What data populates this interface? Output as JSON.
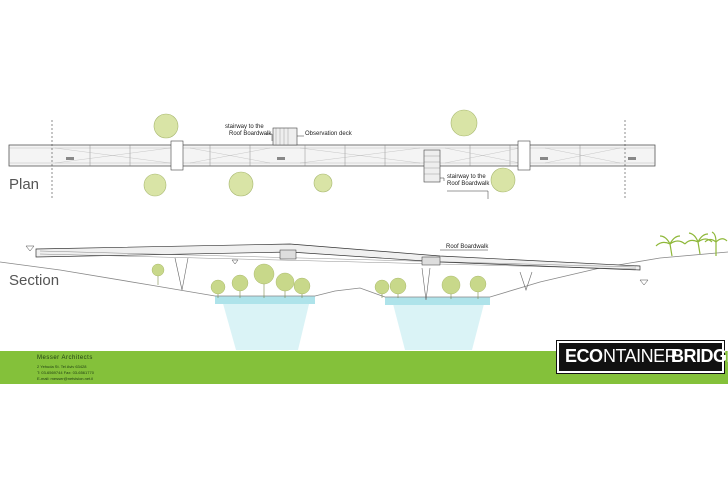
{
  "labels": {
    "plan": "Plan",
    "section": "Section",
    "stairway_1": [
      "stairway to the",
      "Roof Boardwalk"
    ],
    "stairway_2": [
      "stairway to the",
      "Roof Boardwalk"
    ],
    "observation_deck": "Observation deck",
    "roof_boardwalk": "Roof Boardwalk"
  },
  "footer": {
    "company_name": "Messer Architects",
    "address_line": "2 Yehuda St. Tel Aviv 63428",
    "tel_line": "T: 03-6569744   Fax: 03-6561770",
    "email_line": "E-mail: messer@netvision.net.il"
  },
  "brand": {
    "part_eco": "ECO",
    "part_ntainer": "NTAINER",
    "part_bridge": "BRIDGE"
  },
  "colors": {
    "footer_green": "#84c13a",
    "water": "#aee3ea",
    "tree_yellow": "#c8d88a",
    "ground": "#888888"
  }
}
